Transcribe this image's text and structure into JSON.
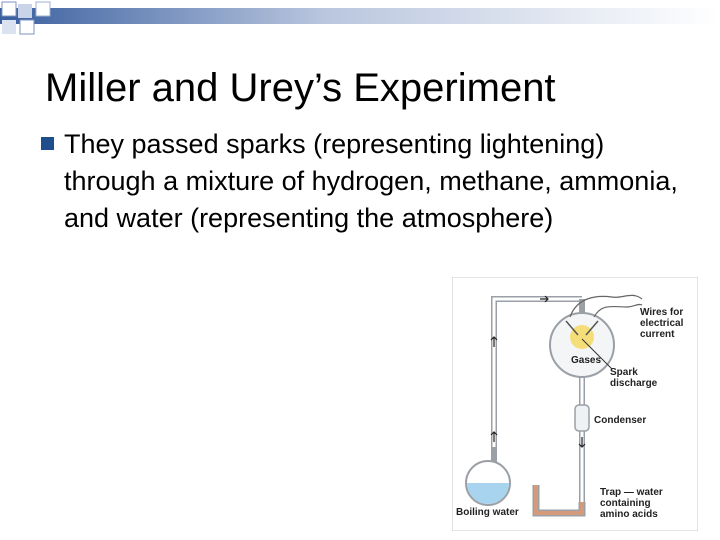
{
  "slide": {
    "title": "Miller and Urey’s Experiment",
    "bullets": [
      "They passed sparks (representing lightening) through a mixture of hydrogen, methane, ammonia, and water (representing the atmosphere)"
    ]
  },
  "figure": {
    "labels": {
      "wires_line1": "Wires for",
      "wires_line2": "electrical",
      "wires_line3": "current",
      "gases": "Gases",
      "spark_line1": "Spark",
      "spark_line2": "discharge",
      "condenser": "Condenser",
      "trap_line1": "Trap — water",
      "trap_line2": "containing",
      "trap_line3": "amino acids",
      "boiling": "Boiling water"
    },
    "colors": {
      "water": "#a8d4f0",
      "trap_water": "#d49a7a",
      "glass": "#9aa0a6",
      "spark": "#f5d85a",
      "accent": "#1f4e8c"
    }
  }
}
